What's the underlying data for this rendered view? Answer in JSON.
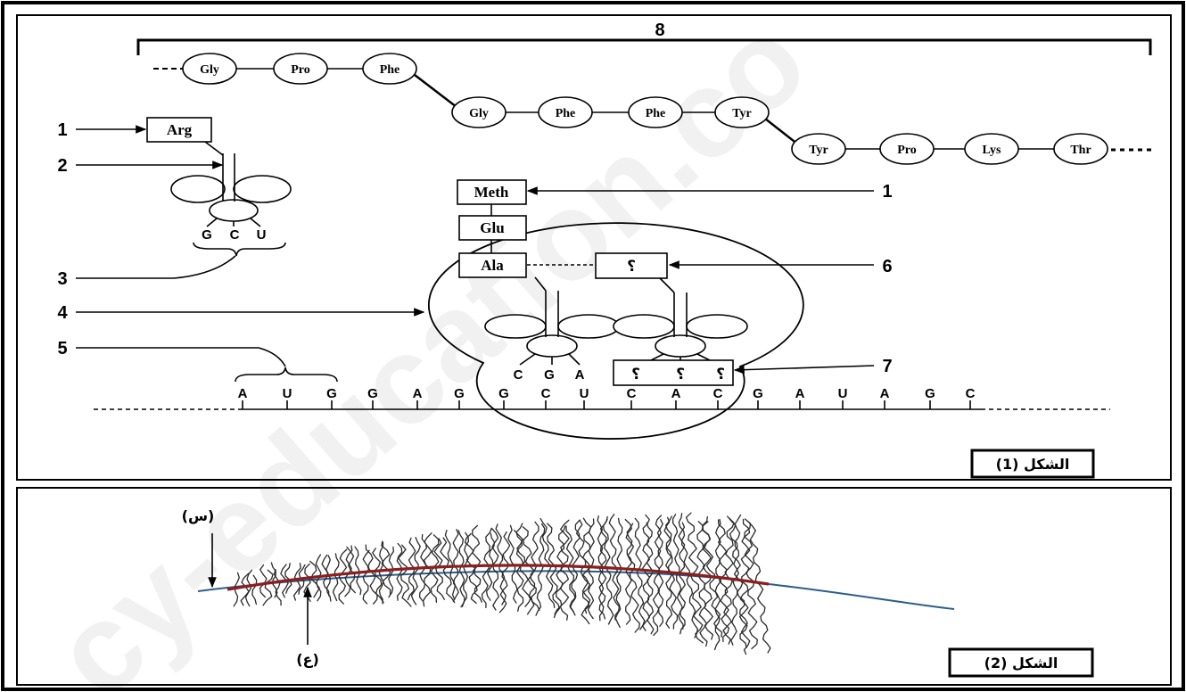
{
  "figure1": {
    "caption": "الشكل (1)",
    "bracket_label": "8",
    "chain": {
      "row1": [
        "Gly",
        "Pro",
        "Phe"
      ],
      "row2": [
        "Gly",
        "Phe",
        "Phe",
        "Tyr"
      ],
      "row3": [
        "Tyr",
        "Pro",
        "Lys",
        "Thr"
      ]
    },
    "callouts": {
      "left": [
        "1",
        "2",
        "3",
        "4",
        "5"
      ],
      "right": [
        "1",
        "6",
        "7"
      ]
    },
    "free_trna": {
      "amino_acid": "Arg",
      "anticodon": [
        "G",
        "C",
        "U"
      ]
    },
    "growing_chain": [
      "Meth",
      "Glu",
      "Ala"
    ],
    "center_trna_1": {
      "anticodon": [
        "C",
        "G",
        "A"
      ]
    },
    "center_trna_2": {
      "amino_acid": "؟",
      "anticodon": [
        "؟",
        "؟",
        "؟"
      ]
    },
    "mrna": [
      "A",
      "U",
      "G",
      "G",
      "A",
      "G",
      "G",
      "C",
      "U",
      "C",
      "A",
      "C",
      "G",
      "A",
      "U",
      "A",
      "G",
      "C"
    ]
  },
  "figure2": {
    "caption": "الشكل (2)",
    "label_top": "(س)",
    "label_bottom": "(ع)"
  },
  "watermark": "cy-education.co",
  "colors": {
    "template_strand": "#2b5d8a",
    "transcribed_region": "#8b1e1e",
    "transcripts": "#2a2a2a"
  }
}
